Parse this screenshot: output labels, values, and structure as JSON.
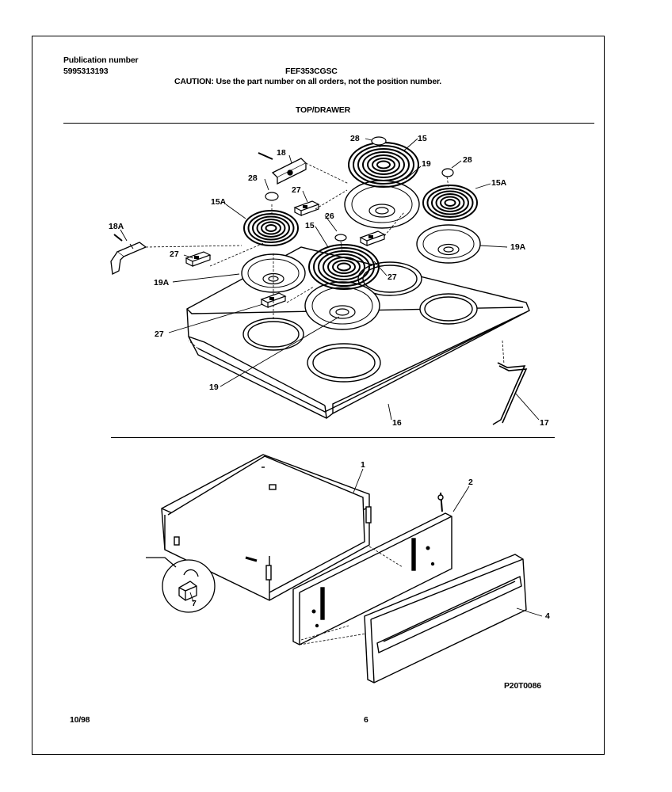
{
  "header": {
    "pub_label": "Publication number",
    "pub_number": "5995313193",
    "model": "FEF353CGSC",
    "caution": "CAUTION:  Use the part number on all orders, not the position number.",
    "section": "TOP/DRAWER"
  },
  "footer": {
    "date": "10/98",
    "page": "6",
    "drawing_code": "P20T0086"
  },
  "callouts": {
    "c28_top": "28",
    "c15_top": "15",
    "c18": "18",
    "c19_top": "19",
    "c28_right": "28",
    "c15A_right": "15A",
    "c28_left": "28",
    "c27_upper": "27",
    "c15A_left": "15A",
    "c26": "26",
    "c18A": "18A",
    "c15_mid": "15",
    "c19A_right": "19A",
    "c27_left": "27",
    "c27_mid": "27",
    "c19A_left": "19A",
    "c27_lower": "27",
    "c19_bottom": "19",
    "c16": "16",
    "c17": "17",
    "c1": "1",
    "c2": "2",
    "c4": "4",
    "c7": "7"
  }
}
